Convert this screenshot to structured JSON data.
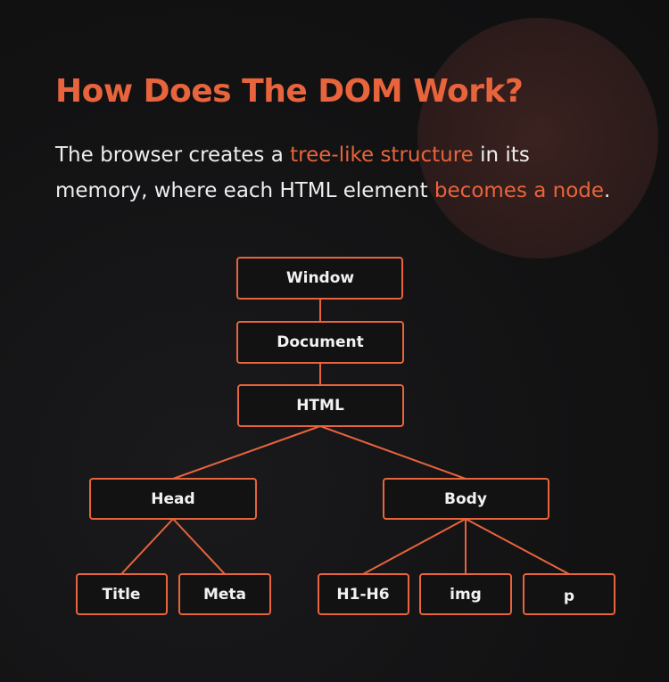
{
  "header": {
    "title": "How Does The DOM Work?"
  },
  "description": {
    "part1": "The browser creates a ",
    "highlight1": "tree-like structure",
    "part2": " in its memory, where each HTML element ",
    "highlight2": "becomes a node",
    "part3": "."
  },
  "colors": {
    "accent": "#e8643c",
    "background": "#121212",
    "text": "#eeeeee"
  },
  "tree": {
    "window": "Window",
    "document": "Document",
    "html": "HTML",
    "head": "Head",
    "body": "Body",
    "title": "Title",
    "meta": "Meta",
    "h1h6": "H1-H6",
    "img": "img",
    "p": "p"
  }
}
